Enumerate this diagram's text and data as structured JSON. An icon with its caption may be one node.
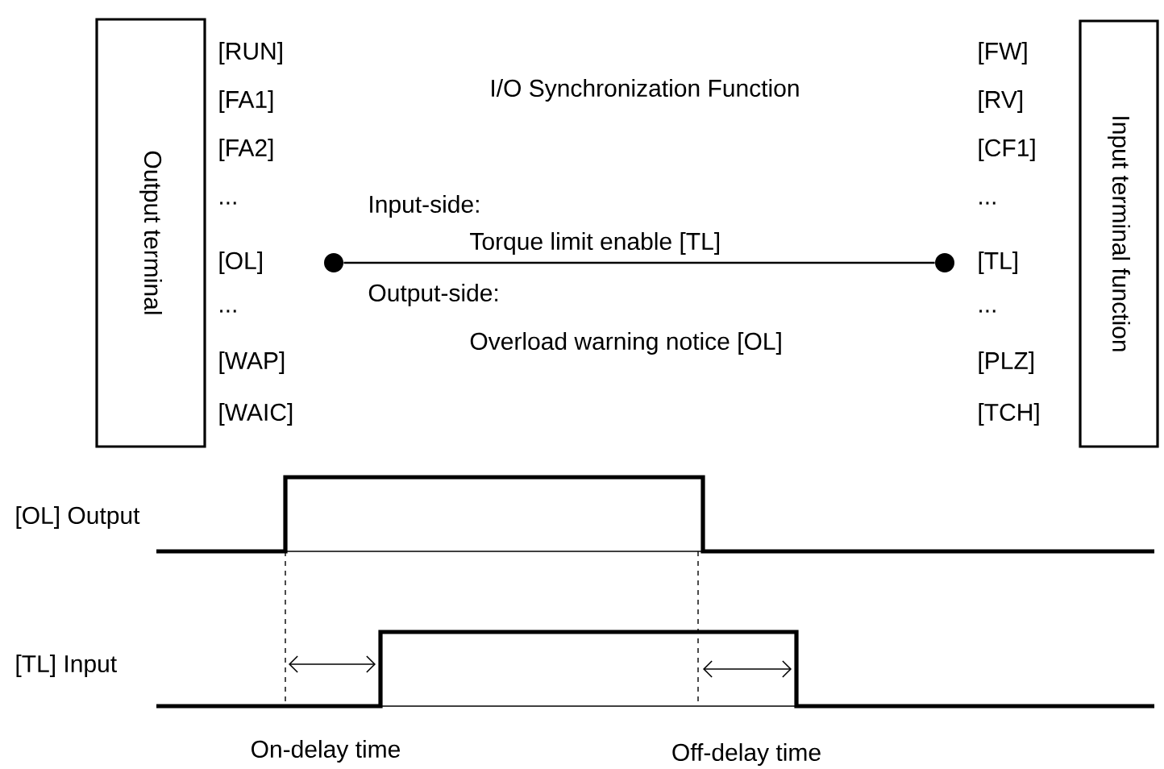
{
  "diagram": {
    "title": "I/O Synchronization Function",
    "nodes": [
      {
        "text": [
          "Output terminal"
        ]
      },
      {
        "text": [
          "Input terminal function"
        ]
      },
      {
        "text": [],
        "shape": "circle"
      },
      {
        "text": [],
        "shape": "circle"
      }
    ],
    "edges": [
      {
        "from": 2,
        "to": 3,
        "arrow": "none"
      }
    ],
    "labels": [
      "[RUN]",
      "[FA1]",
      "[FA2]",
      "...",
      "[OL]",
      "...",
      "[WAP]",
      "[WAIC]",
      "[FW]",
      "[RV]",
      "[CF1]",
      "...",
      "[TL]",
      "...",
      "[PLZ]",
      "[TCH]",
      "Input-side:",
      "Torque limit enable [TL]",
      "Output-side:",
      "Overload warning notice [OL]",
      "[OL] Output",
      "[TL] Input",
      "On-delay time",
      "Off-delay time"
    ]
  }
}
